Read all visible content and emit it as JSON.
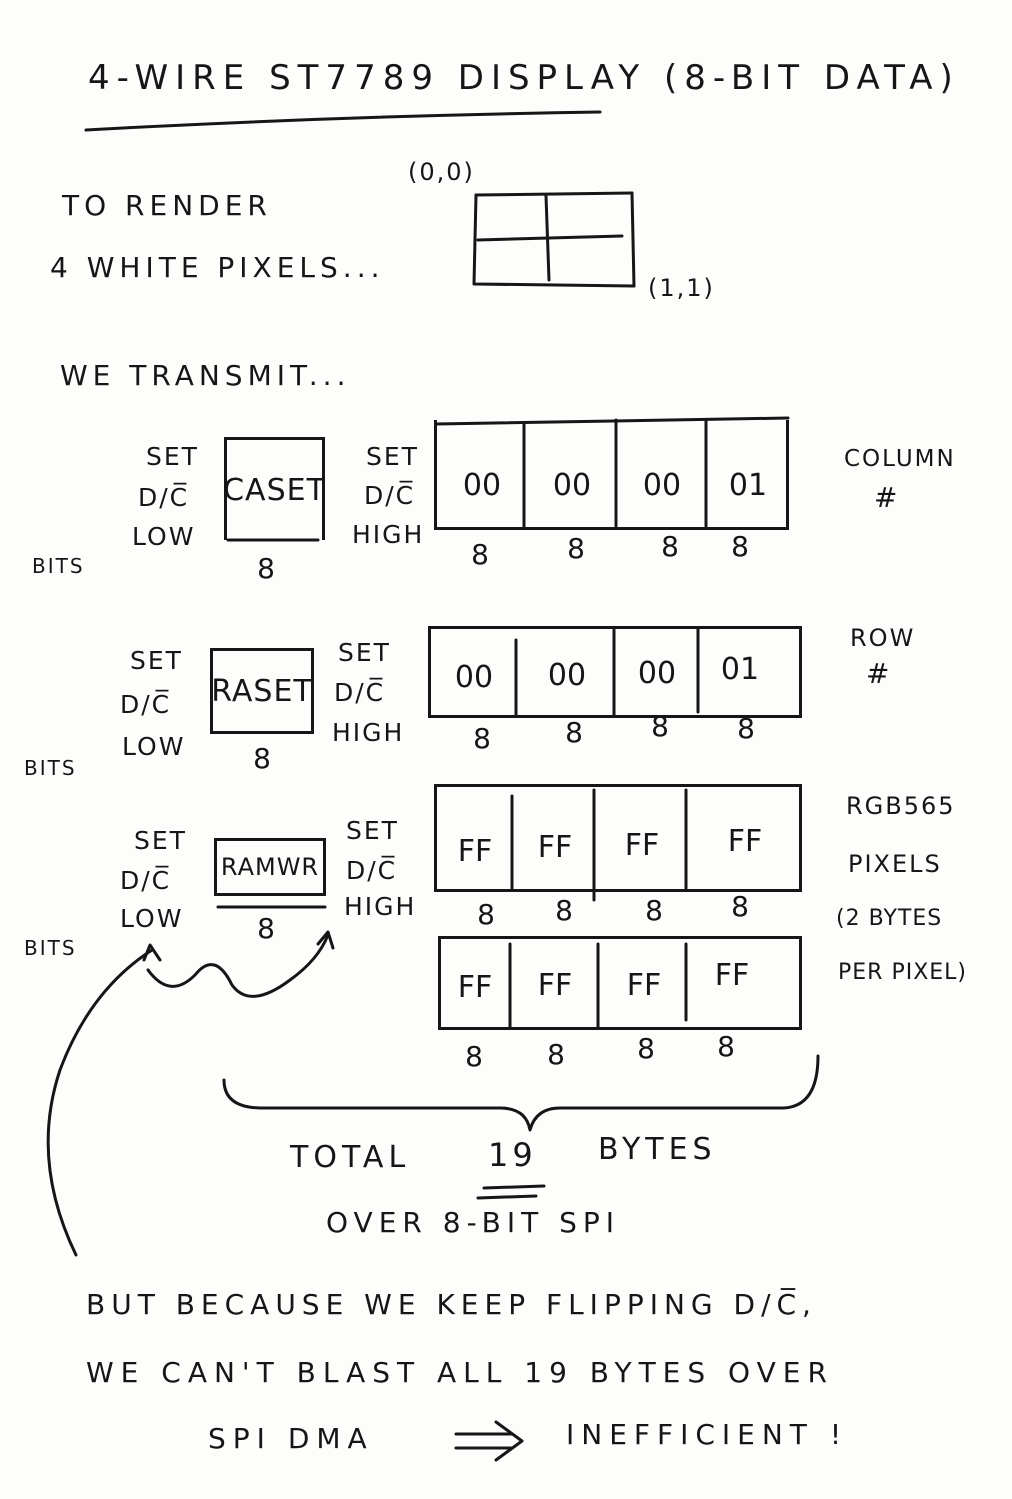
{
  "title": "4-WIRE ST7789 DISPLAY (8-BIT DATA)",
  "intro": {
    "line1": "TO RENDER",
    "line2": "4 WHITE PIXELS...",
    "origin_label": "(0,0)",
    "end_label": "(1,1)"
  },
  "transmit_label": "WE TRANSMIT...",
  "common": {
    "set": "SET",
    "dc": "D/C̅",
    "low": "LOW",
    "high": "HIGH",
    "bits": "BITS",
    "bit_width": "8"
  },
  "caset": {
    "command": "CASET",
    "bytes": [
      "00",
      "00",
      "00",
      "01"
    ],
    "note_line1": "COLUMN",
    "note_line2": "#"
  },
  "raset": {
    "command": "RASET",
    "bytes": [
      "00",
      "00",
      "00",
      "01"
    ],
    "note_line1": "ROW",
    "note_line2": "#"
  },
  "ramwr": {
    "command": "RAMWR",
    "bytes_row1": [
      "FF",
      "FF",
      "FF",
      "FF"
    ],
    "bytes_row2": [
      "FF",
      "FF",
      "FF",
      "FF"
    ],
    "note_line1": "RGB565",
    "note_line2": "PIXELS",
    "note_line3": "(2 BYTES",
    "note_line4": "PER PIXEL)"
  },
  "total": {
    "prefix": "TOTAL",
    "count": "19",
    "suffix": "BYTES",
    "line2": "OVER 8-BIT SPI"
  },
  "conclusion": {
    "line1": "BUT BECAUSE WE KEEP FLIPPING D/C̅,",
    "line2": "WE CAN'T BLAST ALL 19 BYTES OVER",
    "line3_a": "SPI DMA",
    "line3_b": "INEFFICIENT !"
  }
}
